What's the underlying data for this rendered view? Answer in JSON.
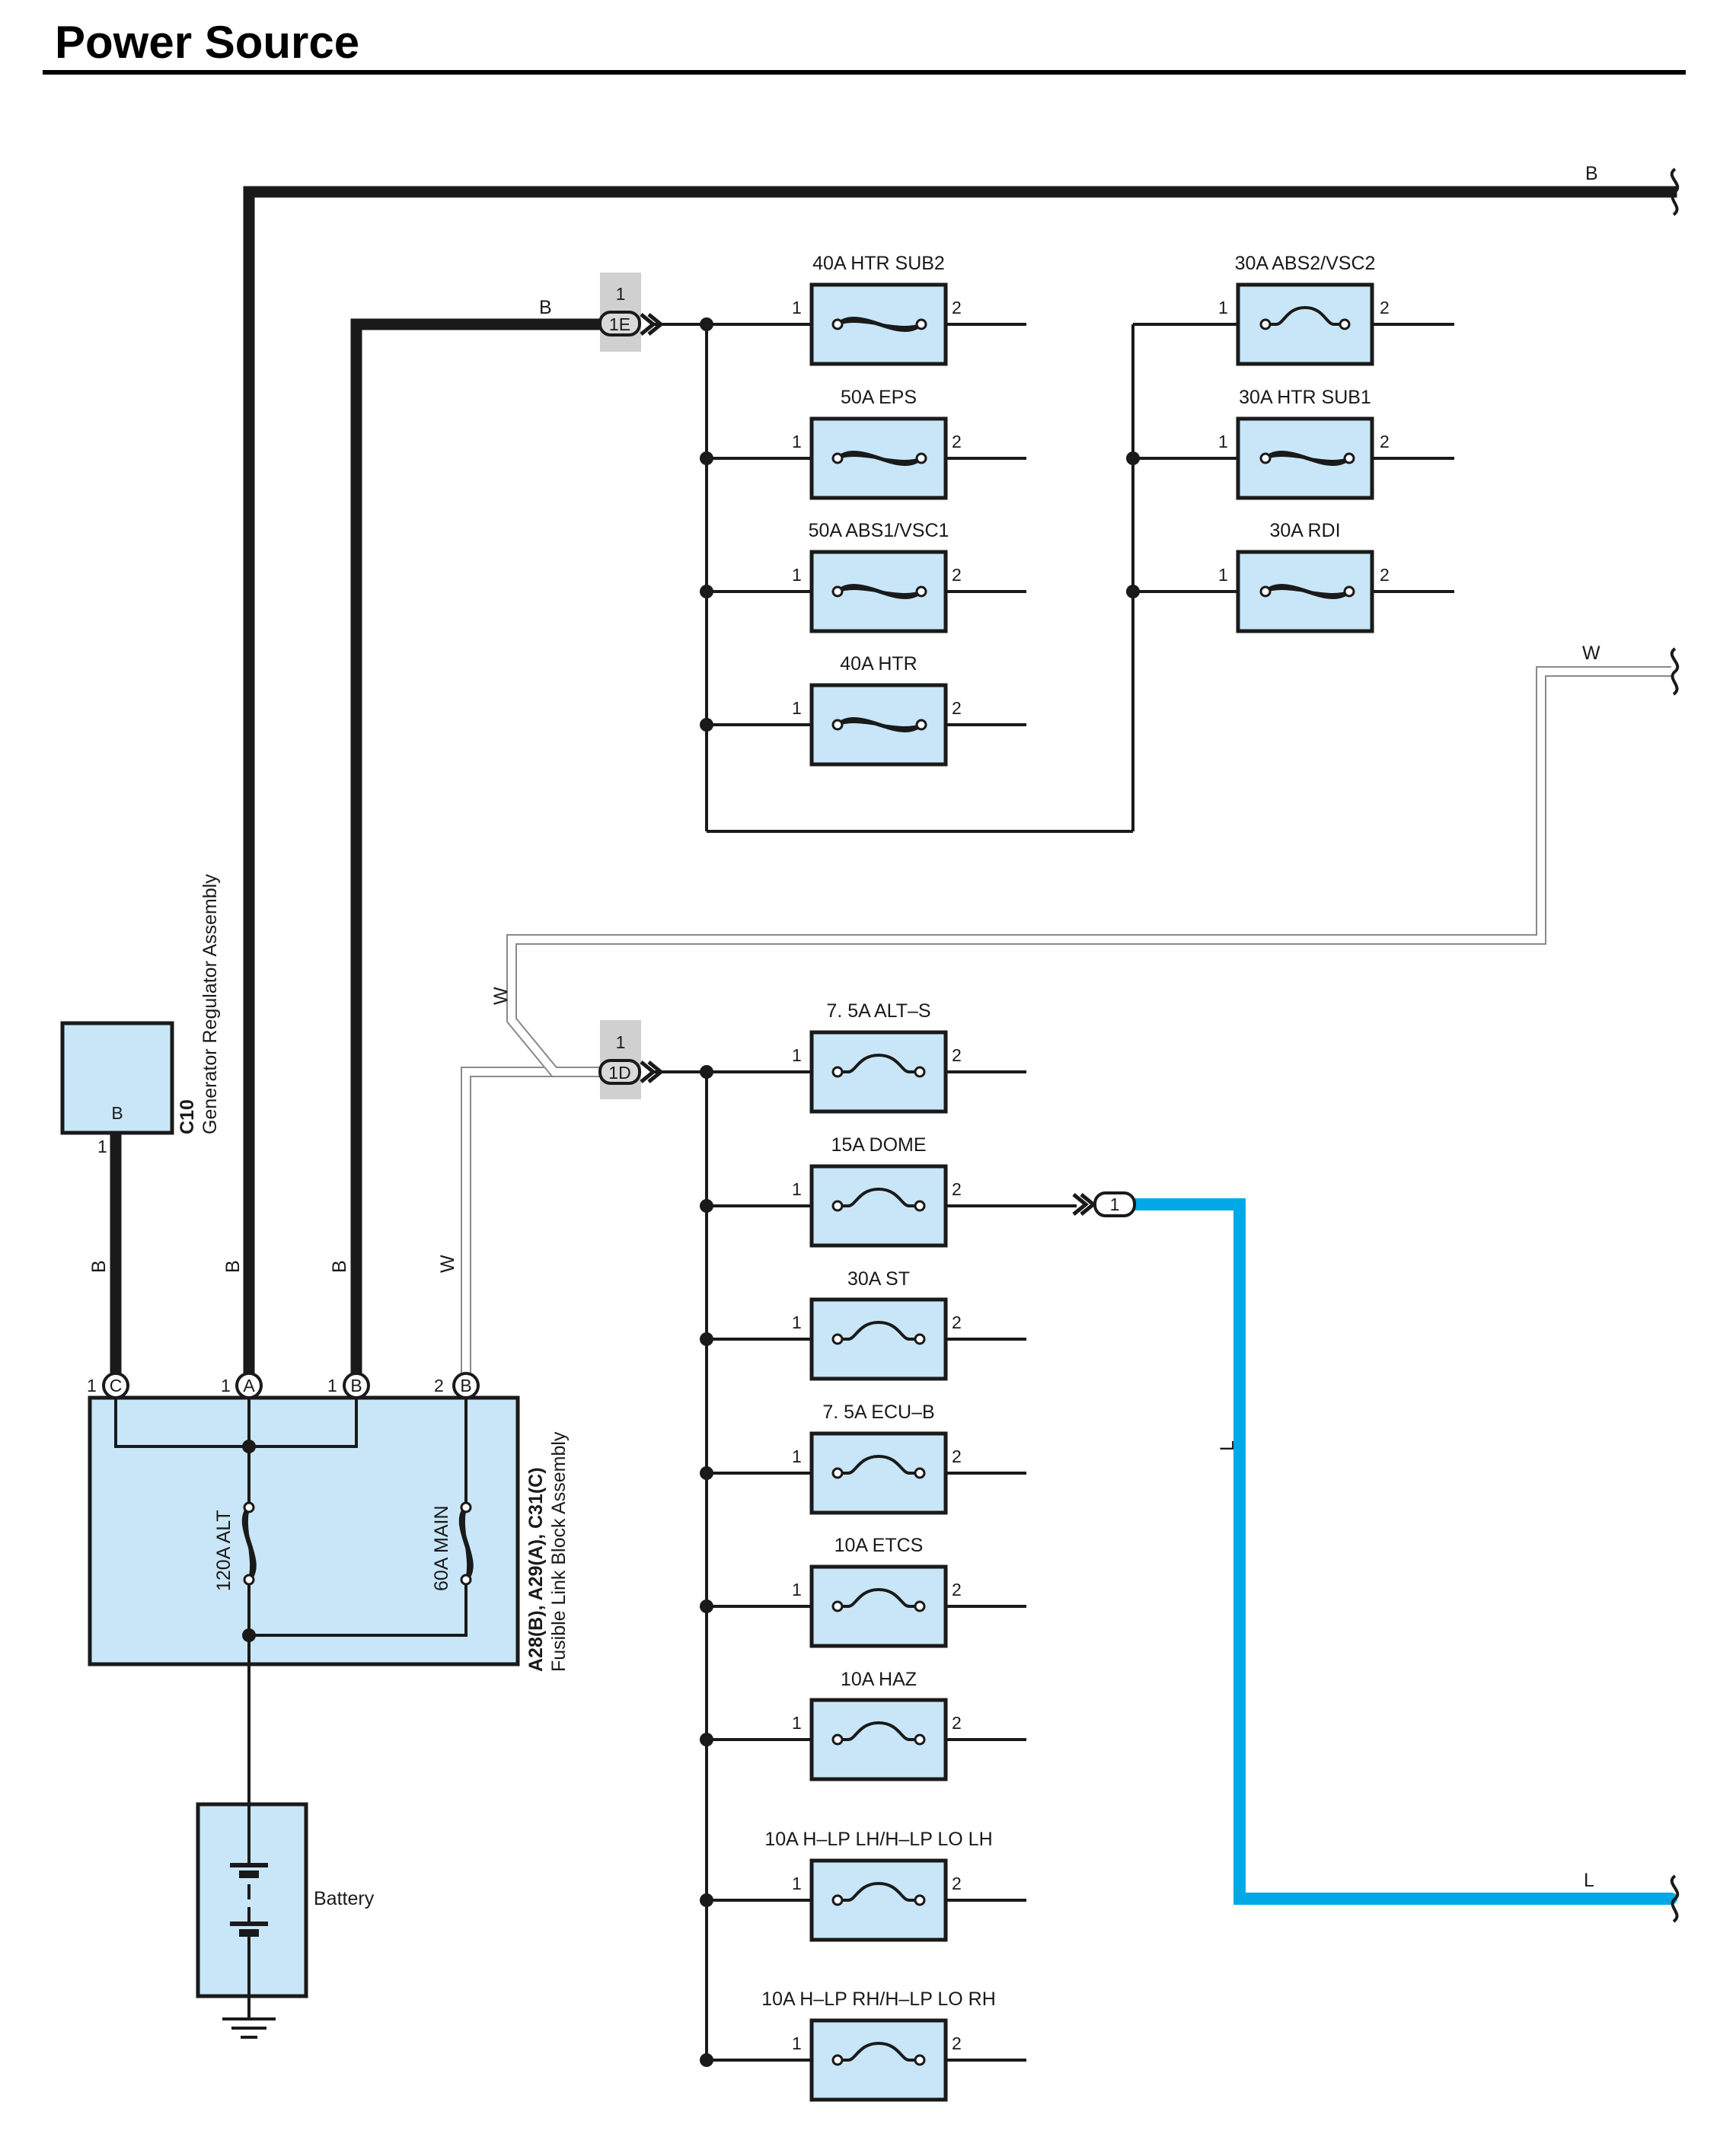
{
  "page": {
    "title": "Power Source"
  },
  "components": {
    "generator": {
      "code": "C10",
      "name": "Generator Regulator Assembly",
      "terminal": "B",
      "pin": "1"
    },
    "fusible_link_block": {
      "codes": "A28(B), A29(A), C31(C)",
      "name": "Fusible Link Block Assembly",
      "fuse_alt": "120A ALT",
      "fuse_main": "60A MAIN"
    },
    "battery": {
      "label": "Battery"
    }
  },
  "fusible_terminals": [
    {
      "pin": "1",
      "letter": "C"
    },
    {
      "pin": "1",
      "letter": "A"
    },
    {
      "pin": "1",
      "letter": "B"
    },
    {
      "pin": "2",
      "letter": "B"
    }
  ],
  "connectors": {
    "c1e": {
      "top": "1",
      "code": "1E"
    },
    "c1d": {
      "top": "1",
      "code": "1D"
    },
    "c1": {
      "code": "1"
    }
  },
  "wire_colors": {
    "gen": "B",
    "alt": "B",
    "main_b": "B",
    "main_w": "W",
    "top_b": "B",
    "b_to_1e": "B",
    "w_over": "W",
    "right_w": "W",
    "l_mid": "L",
    "l_end": "L"
  },
  "fuses_group_a_left": [
    {
      "label": "40A HTR SUB2",
      "pin1": "1",
      "pin2": "2",
      "type": "fusible-link"
    },
    {
      "label": "50A EPS",
      "pin1": "1",
      "pin2": "2",
      "type": "fusible-link"
    },
    {
      "label": "50A ABS1/VSC1",
      "pin1": "1",
      "pin2": "2",
      "type": "fusible-link"
    },
    {
      "label": "40A HTR",
      "pin1": "1",
      "pin2": "2",
      "type": "fusible-link"
    }
  ],
  "fuses_group_a_right": [
    {
      "label": "30A ABS2/VSC2",
      "pin1": "1",
      "pin2": "2",
      "type": "fuse"
    },
    {
      "label": "30A HTR SUB1",
      "pin1": "1",
      "pin2": "2",
      "type": "fusible-link"
    },
    {
      "label": "30A RDI",
      "pin1": "1",
      "pin2": "2",
      "type": "fusible-link"
    }
  ],
  "fuses_group_b": [
    {
      "label": "7. 5A ALT–S",
      "pin1": "1",
      "pin2": "2",
      "type": "fuse"
    },
    {
      "label": "15A DOME",
      "pin1": "1",
      "pin2": "2",
      "type": "fuse"
    },
    {
      "label": "30A ST",
      "pin1": "1",
      "pin2": "2",
      "type": "fuse"
    },
    {
      "label": "7. 5A ECU–B",
      "pin1": "1",
      "pin2": "2",
      "type": "fuse"
    },
    {
      "label": "10A ETCS",
      "pin1": "1",
      "pin2": "2",
      "type": "fuse"
    },
    {
      "label": "10A HAZ",
      "pin1": "1",
      "pin2": "2",
      "type": "fuse"
    },
    {
      "label": "10A H–LP LH/H–LP LO LH",
      "pin1": "1",
      "pin2": "2",
      "type": "fuse"
    },
    {
      "label": "10A H–LP RH/H–LP LO RH",
      "pin1": "1",
      "pin2": "2",
      "type": "fuse"
    }
  ],
  "colors": {
    "component_fill": "#c8e6f7",
    "wire_l": "#00a9e6",
    "wire_b": "#1a1a1a",
    "wire_w": "#8a8a8a"
  }
}
